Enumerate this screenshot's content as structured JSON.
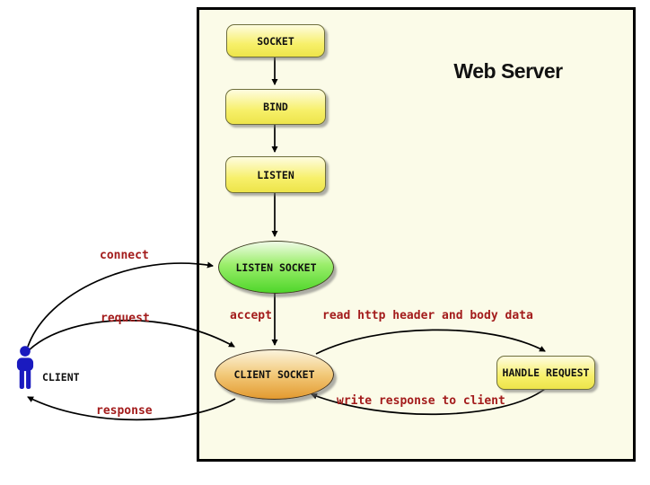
{
  "diagram": {
    "title": "Web Server",
    "nodes": {
      "socket": "SOCKET",
      "bind": "BIND",
      "listen": "LISTEN",
      "listen_socket": "LISTEN SOCKET",
      "client_socket": "CLIENT SOCKET",
      "handle_request": "HANDLE REQUEST"
    },
    "actor": {
      "label": "CLIENT"
    },
    "edge_labels": {
      "connect": "connect",
      "request": "request",
      "response": "response",
      "accept": "accept",
      "read_http": "read http header and body data",
      "write_response": "write response to client"
    },
    "colors": {
      "panel_background": "#FBFBE8",
      "process_box_fill_top": "#FEFCE0",
      "process_box_fill_bottom": "#EDE44A",
      "process_box_border": "#6E6E3C",
      "listen_socket_fill_bottom": "#4FD62B",
      "client_socket_fill_bottom": "#E39A30",
      "edge_label_text": "#A31B1B",
      "actor_blue": "#1A1ABF",
      "outline_black": "#000000"
    }
  }
}
